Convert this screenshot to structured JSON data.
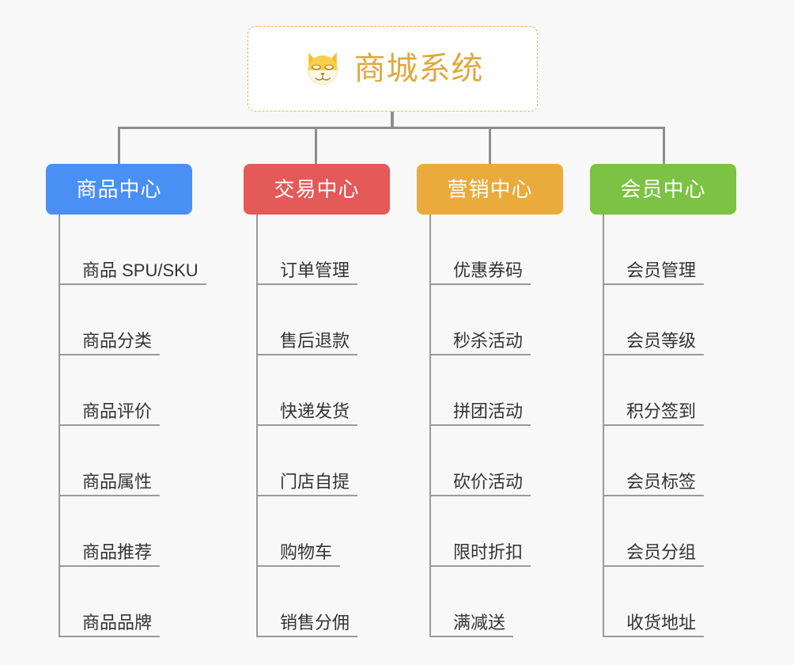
{
  "canvas": {
    "background": "#f8f8f8",
    "connector_color": "#8e8e8e",
    "leaf_line_color": "#9a9a9a"
  },
  "root": {
    "title": "商城系统",
    "icon": "shiba-dog-face-icon",
    "border_color": "#edb45f",
    "text_color": "#e0a83e",
    "background": "#ffffff"
  },
  "branches": [
    {
      "label": "商品中心",
      "color": "#4a90f4",
      "leaves": [
        "商品 SPU/SKU",
        "商品分类",
        "商品评价",
        "商品属性",
        "商品推荐",
        "商品品牌"
      ]
    },
    {
      "label": "交易中心",
      "color": "#e35a58",
      "leaves": [
        "订单管理",
        "售后退款",
        "快递发货",
        "门店自提",
        "购物车",
        "销售分佣"
      ]
    },
    {
      "label": "营销中心",
      "color": "#eaaa3c",
      "leaves": [
        "优惠券码",
        "秒杀活动",
        "拼团活动",
        "砍价活动",
        "限时折扣",
        "满减送"
      ]
    },
    {
      "label": "会员中心",
      "color": "#7cc244",
      "leaves": [
        "会员管理",
        "会员等级",
        "积分签到",
        "会员标签",
        "会员分组",
        "收货地址"
      ]
    }
  ]
}
